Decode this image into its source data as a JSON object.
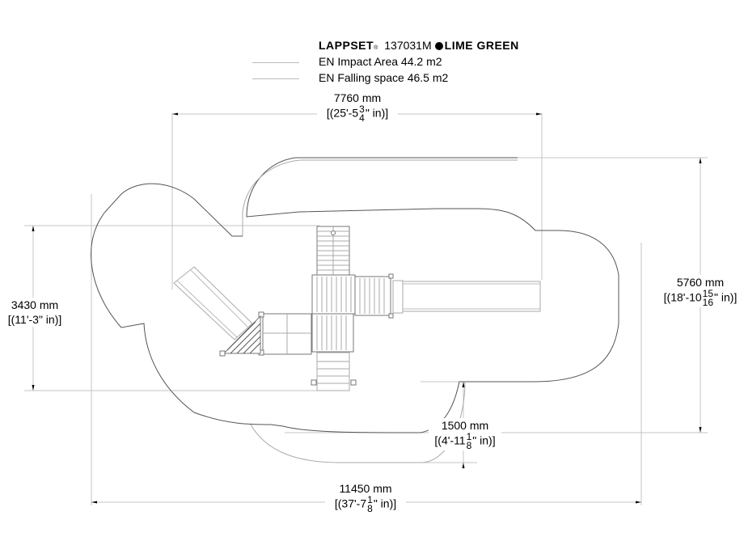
{
  "header": {
    "brand": "LAPPSET",
    "registered_mark": "®",
    "product_code": "137031M",
    "color_dot_icon": "filled-circle",
    "color_name": "LIME GREEN"
  },
  "legend": [
    {
      "label": "EN Impact Area 44.2 m2",
      "line_color": "#bbbbbb"
    },
    {
      "label": "EN Falling space 46.5 m2",
      "line_color": "#bbbbbb"
    }
  ],
  "dimensions": {
    "top_width": {
      "metric": "7760 mm",
      "imperial_prefix": "[(25'-5",
      "frac_num": "3",
      "frac_den": "4",
      "imperial_suffix": "\" in)]"
    },
    "right_height": {
      "metric": "5760 mm",
      "imperial_prefix": "[(18'-10",
      "frac_num": "15",
      "frac_den": "16",
      "imperial_suffix": "\" in)]"
    },
    "left_height": {
      "metric": "3430 mm",
      "imperial": "[(11'-3\" in)]"
    },
    "bottom_offset": {
      "metric": "1500 mm",
      "imperial_prefix": "[(4'-11",
      "frac_num": "1",
      "frac_den": "8",
      "imperial_suffix": "\" in)]"
    },
    "bottom_width": {
      "metric": "11450 mm",
      "imperial_prefix": "[(37'-7",
      "frac_num": "1",
      "frac_den": "8",
      "imperial_suffix": "\" in)]"
    }
  },
  "colors": {
    "line": "#999999",
    "outline": "#555555",
    "structure": "#777777"
  }
}
